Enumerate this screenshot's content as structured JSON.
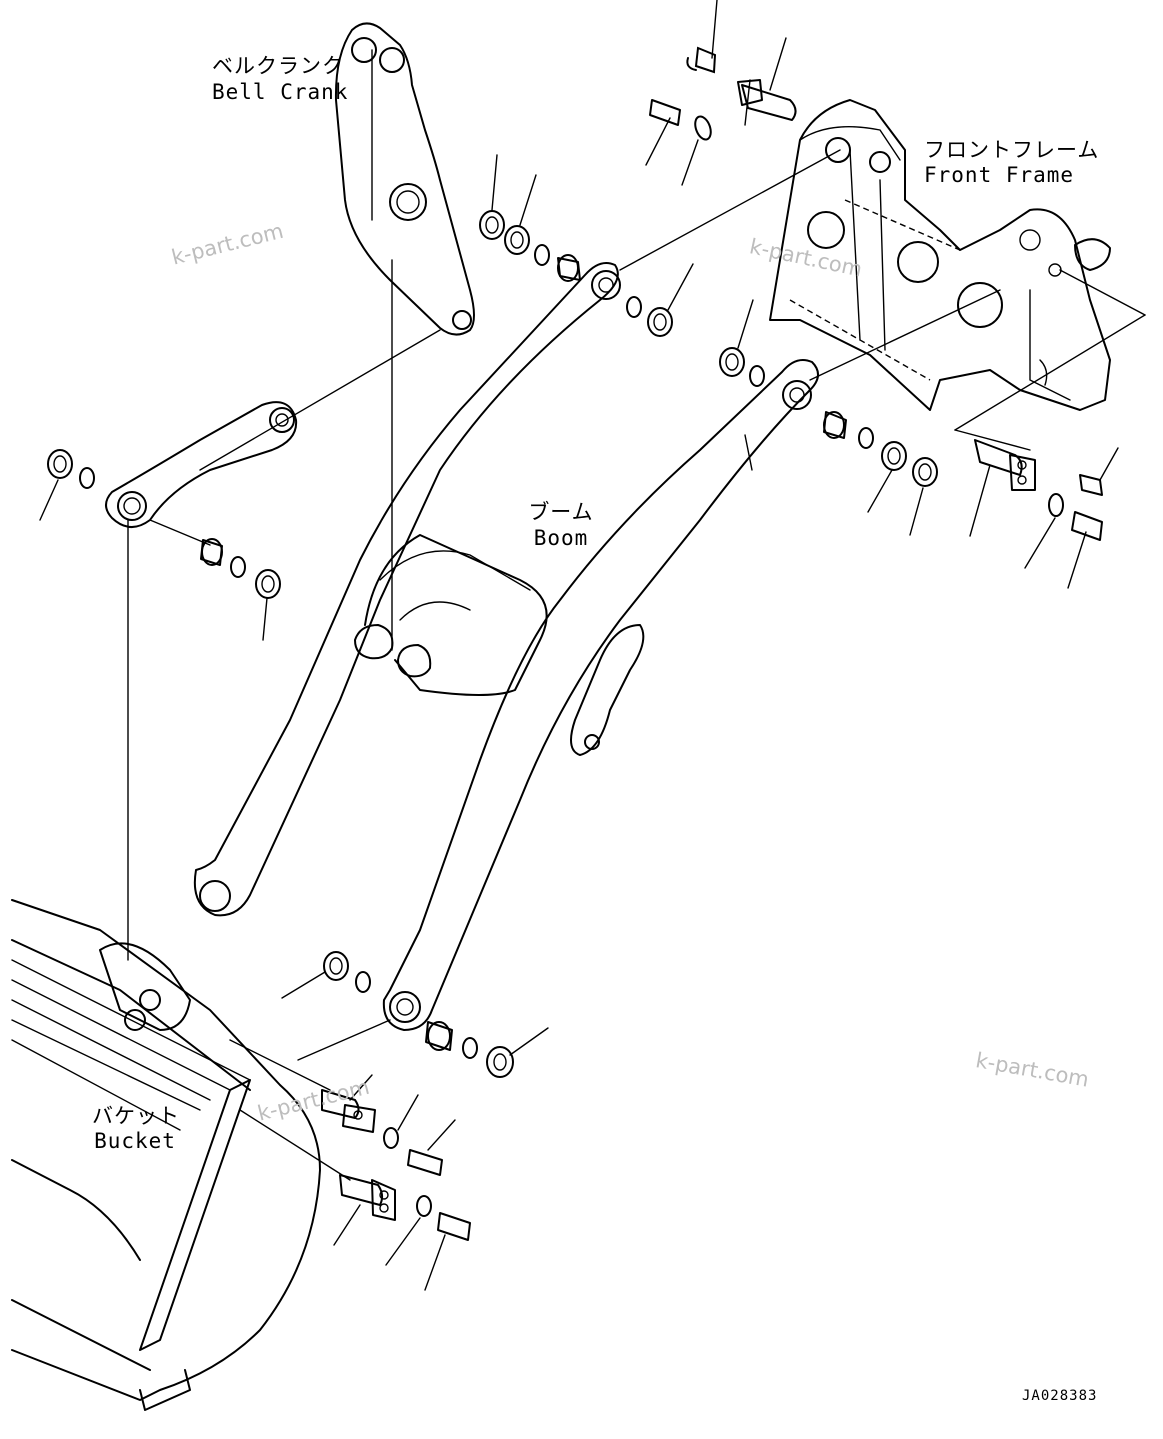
{
  "labels": {
    "bell_crank_jp": "ベルクランク",
    "bell_crank_en": "Bell Crank",
    "front_frame_jp": "フロントフレーム",
    "front_frame_en": "Front Frame",
    "boom_jp": "ブーム",
    "boom_en": "Boom",
    "bucket_jp": "バケット",
    "bucket_en": "Bucket"
  },
  "watermark_text": "k-part.com",
  "drawing_code": "JA028383",
  "colors": {
    "line": "#000000",
    "background": "#ffffff",
    "watermark": "#bdbdbd"
  }
}
